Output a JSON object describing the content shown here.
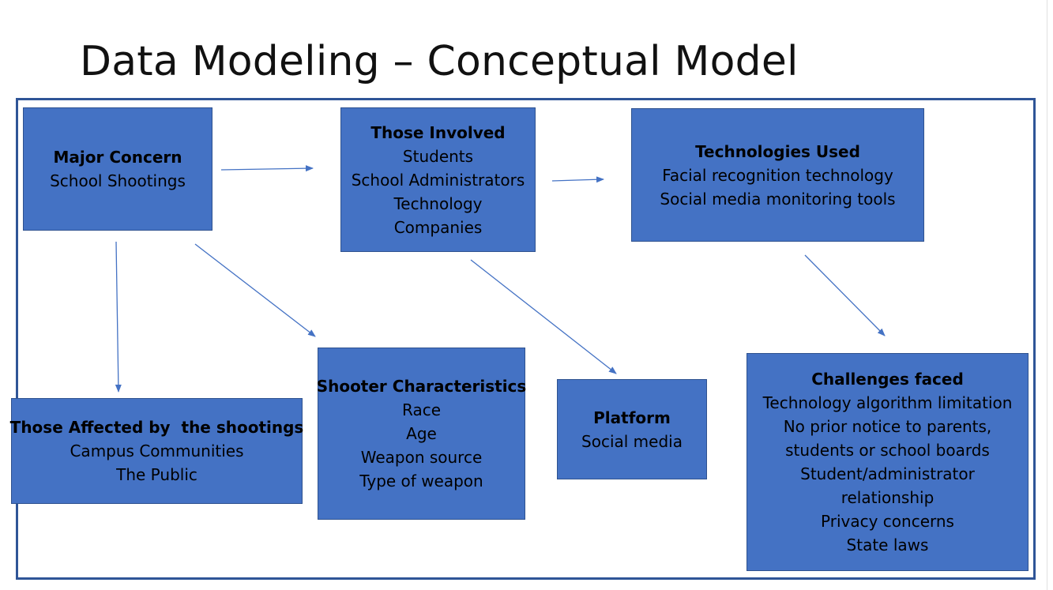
{
  "slide": {
    "title": "Data Modeling – Conceptual Model"
  },
  "boxes": {
    "major_concern": {
      "title": "Major Concern",
      "lines": [
        "School Shootings"
      ]
    },
    "those_involved": {
      "title": "Those Involved",
      "lines": [
        "Students",
        "School Administrators",
        "Technology",
        "Companies"
      ]
    },
    "technologies_used": {
      "title": "Technologies Used",
      "lines": [
        "Facial recognition technology",
        "Social media monitoring tools"
      ]
    },
    "those_affected": {
      "title": "Those Affected by  the shootings",
      "lines": [
        "Campus Communities",
        "The Public"
      ]
    },
    "shooter_characteristics": {
      "title": "Shooter Characteristics",
      "lines": [
        "Race",
        "Age",
        "Weapon source",
        "Type of weapon"
      ]
    },
    "platform": {
      "title": "Platform",
      "lines": [
        "Social media"
      ]
    },
    "challenges_faced": {
      "title": "Challenges faced",
      "lines": [
        "Technology algorithm limitation",
        "No prior notice to parents,",
        "students or school boards",
        "Student/administrator",
        "relationship",
        "Privacy concerns",
        "State laws"
      ]
    }
  },
  "colors": {
    "box_fill": "#4472c4",
    "box_border": "#2f528f",
    "frame_border": "#2f5597",
    "arrow": "#4472c4"
  }
}
